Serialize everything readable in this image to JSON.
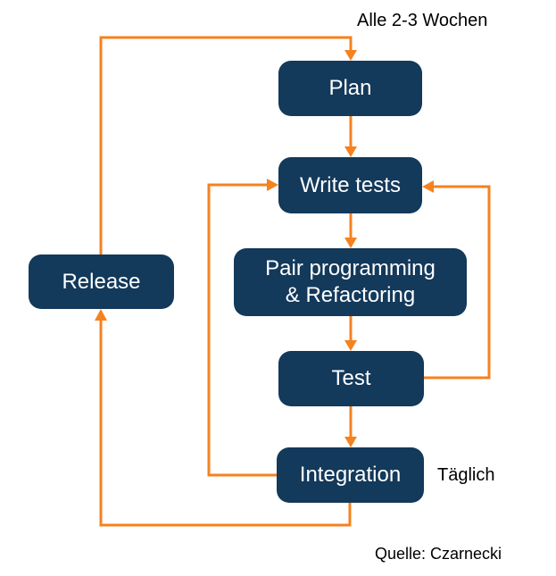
{
  "colors": {
    "box_bg": "#13395B",
    "box_text": "#FFFFFF",
    "arrow": "#F5821F",
    "label_text": "#000000",
    "background": "#FFFFFF"
  },
  "nodes": {
    "plan": {
      "label": "Plan"
    },
    "write_tests": {
      "label": "Write tests"
    },
    "pair": {
      "label_line1": "Pair programming",
      "label_line2": "& Refactoring"
    },
    "test": {
      "label": "Test"
    },
    "integration": {
      "label": "Integration"
    },
    "release": {
      "label": "Release"
    }
  },
  "annotations": {
    "cycle_label": "Alle 2-3 Wochen",
    "daily_label": "Täglich",
    "source_label": "Quelle: Czarnecki"
  }
}
